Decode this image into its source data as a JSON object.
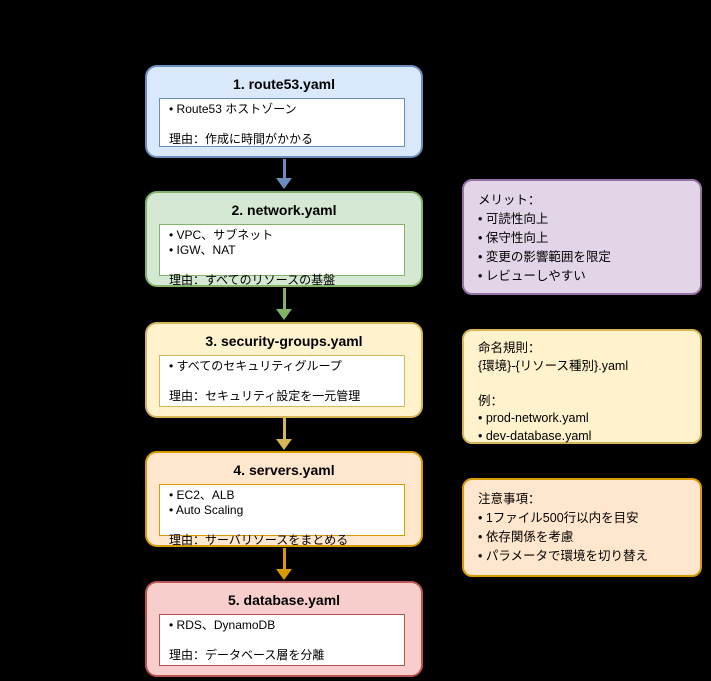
{
  "canvas": {
    "background": "#000000"
  },
  "flow": {
    "steps": [
      {
        "title": "1. route53.yaml",
        "fill": "#dae8fc",
        "border": "#6c8ebf",
        "lines": [
          "• Route53 ホストゾーン",
          "",
          "理由：作成に時間がかかる"
        ]
      },
      {
        "title": "2. network.yaml",
        "fill": "#d5e8d4",
        "border": "#82b366",
        "lines": [
          "• VPC、サブネット",
          "• IGW、NAT",
          "",
          "理由：すべてのリソースの基盤"
        ]
      },
      {
        "title": "3. security-groups.yaml",
        "fill": "#fff2cc",
        "border": "#d6b656",
        "lines": [
          "• すべてのセキュリティグループ",
          "",
          "理由：セキュリティ設定を一元管理"
        ]
      },
      {
        "title": "4. servers.yaml",
        "fill": "#ffe6cc",
        "border": "#d79b00",
        "lines": [
          "• EC2、ALB",
          "• Auto Scaling",
          "",
          "理由：サーバリソースをまとめる"
        ]
      },
      {
        "title": "5. database.yaml",
        "fill": "#f8cecc",
        "border": "#b85450",
        "lines": [
          "• RDS、DynamoDB",
          "",
          "理由：データベース層を分離"
        ]
      }
    ],
    "arrows": [
      "#6c8ebf",
      "#82b366",
      "#d6b656",
      "#d79b00"
    ]
  },
  "notes": [
    {
      "fill": "#e1d5e7",
      "border": "#9673a6",
      "lines": [
        "メリット：",
        "• 可読性向上",
        "• 保守性向上",
        "• 変更の影響範囲を限定",
        "• レビューしやすい"
      ]
    },
    {
      "fill": "#fff2cc",
      "border": "#d6b656",
      "lines": [
        "命名規則：",
        "{環境}-{リソース種別}.yaml",
        "",
        "例：",
        "• prod-network.yaml",
        "• dev-database.yaml"
      ]
    },
    {
      "fill": "#ffe6cc",
      "border": "#d79b00",
      "lines": [
        "注意事項：",
        "• 1ファイル500行以内を目安",
        "• 依存関係を考慮",
        "• パラメータで環境を切り替え"
      ]
    }
  ]
}
